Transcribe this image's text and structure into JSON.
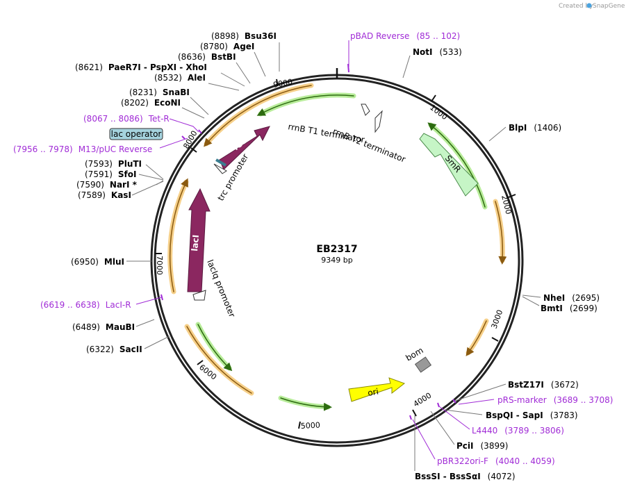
{
  "credit": {
    "text": "Created by",
    "brand": "SnapGene"
  },
  "plasmid": {
    "name": "EB2317",
    "length": "9349 bp"
  },
  "ticks": [
    "1000",
    "2000",
    "3000",
    "4000",
    "5000",
    "6000",
    "7000",
    "8000",
    "9000"
  ],
  "sites": [
    {
      "id": "bsu36i",
      "pos": "(8898)",
      "name": "Bsu36I"
    },
    {
      "id": "agei",
      "pos": "(8780)",
      "name": "AgeI"
    },
    {
      "id": "bstbi",
      "pos": "(8636)",
      "name": "BstBI"
    },
    {
      "id": "paer7i",
      "pos": "(8621)",
      "name": "PaeR7I  -  PspXI  -  XhoI"
    },
    {
      "id": "alei",
      "pos": "(8532)",
      "name": "AleI"
    },
    {
      "id": "snabi",
      "pos": "(8231)",
      "name": "SnaBI"
    },
    {
      "id": "econi",
      "pos": "(8202)",
      "name": "EcoNI"
    },
    {
      "id": "pluti",
      "pos": "(7593)",
      "name": "PluTI"
    },
    {
      "id": "sfoi",
      "pos": "(7591)",
      "name": "SfoI"
    },
    {
      "id": "nari",
      "pos": "(7590)",
      "name": "NarI *"
    },
    {
      "id": "kasi",
      "pos": "(7589)",
      "name": "KasI"
    },
    {
      "id": "mlui",
      "pos": "(6950)",
      "name": "MluI"
    },
    {
      "id": "maubi",
      "pos": "(6489)",
      "name": "MauBI"
    },
    {
      "id": "sacii",
      "pos": "(6322)",
      "name": "SacII"
    },
    {
      "id": "noti",
      "pos": "(533)",
      "name": "NotI"
    },
    {
      "id": "blpi",
      "pos": "(1406)",
      "name": "BlpI"
    },
    {
      "id": "nhei",
      "pos": "(2695)",
      "name": "NheI"
    },
    {
      "id": "bmti",
      "pos": "(2699)",
      "name": "BmtI"
    },
    {
      "id": "bstz17i",
      "pos": "(3672)",
      "name": "BstZ17I"
    },
    {
      "id": "bspqi",
      "pos": "(3783)",
      "name": "BspQI  -  SapI"
    },
    {
      "id": "pcii",
      "pos": "(3899)",
      "name": "PciI"
    },
    {
      "id": "bsssi",
      "pos": "(4072)",
      "name": "BssSI  -  BssSαI"
    }
  ],
  "primers": [
    {
      "id": "pbad-reverse",
      "name": "pBAD Reverse",
      "pos": "(85 .. 102)"
    },
    {
      "id": "tet-r",
      "name": "Tet-R",
      "pos": "(8067 .. 8086)"
    },
    {
      "id": "m13-puc-reverse",
      "name": "M13/pUC Reverse",
      "pos": "(7956 .. 7978)"
    },
    {
      "id": "laci-r",
      "name": "LacI-R",
      "pos": "(6619 .. 6638)"
    },
    {
      "id": "prs-marker",
      "name": "pRS-marker",
      "pos": "(3689 .. 3708)"
    },
    {
      "id": "l4440",
      "name": "L4440",
      "pos": "(3789 .. 3806)"
    },
    {
      "id": "pbr322ori-f",
      "name": "pBR322ori-F",
      "pos": "(4040 .. 4059)"
    }
  ],
  "features": {
    "lac_operator": "lac operator",
    "tetr": "TetR",
    "laci": "lacI",
    "smr": "SmR",
    "ori": "ori",
    "bom": "bom",
    "trc_promoter": "trc promoter",
    "laciq_promoter": "lacIq promoter",
    "rrnb_t1": "rrnB T1 terminator",
    "rrnb_t2": "rrnB T2 terminator"
  },
  "colors": {
    "primer": "#a02bd6",
    "cds": "#8b2760",
    "smr": "#c6f5c6",
    "ori": "#ffff00",
    "bom": "#999999",
    "lac_operator": "#a5d3de",
    "orf_orange": "#f0b556",
    "orf_green": "#5fbf30"
  }
}
